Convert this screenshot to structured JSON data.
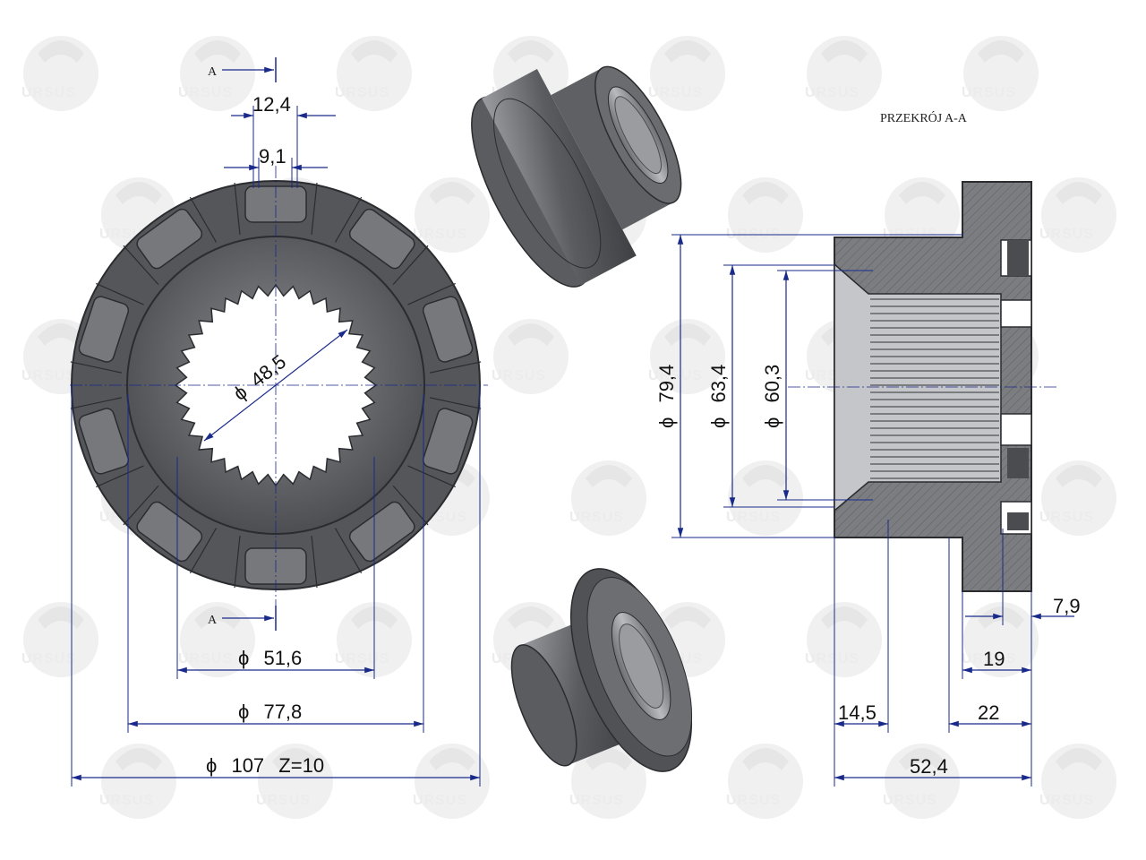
{
  "watermark": {
    "text": "URSUS"
  },
  "section_label": "PRZEKRÓJ A-A",
  "section_marks": {
    "top": "A",
    "bottom": "A"
  },
  "front_view": {
    "dims": {
      "tooth_width_outer": "12,4",
      "tooth_width_inner": "9,1",
      "spline_diameter": "48,5",
      "dia_51": "51,6",
      "dia_77": "77,8",
      "dia_107": "107",
      "teeth_count": "Z=10"
    }
  },
  "section_view": {
    "dims": {
      "dia_79": "79,4",
      "dia_63": "63,4",
      "dia_60": "60,3",
      "len_7_9": "7,9",
      "len_19": "19",
      "len_22": "22",
      "len_14_5": "14,5",
      "len_52_4": "52,4"
    }
  },
  "diameter_symbol": "ϕ",
  "colors": {
    "dimension_line": "#1a2a8a",
    "part_dark": "#4a4c50",
    "part_mid": "#707276",
    "part_light": "#9a9ca0",
    "hatch_fill": "#7a7c80",
    "watermark": "#ececec"
  }
}
